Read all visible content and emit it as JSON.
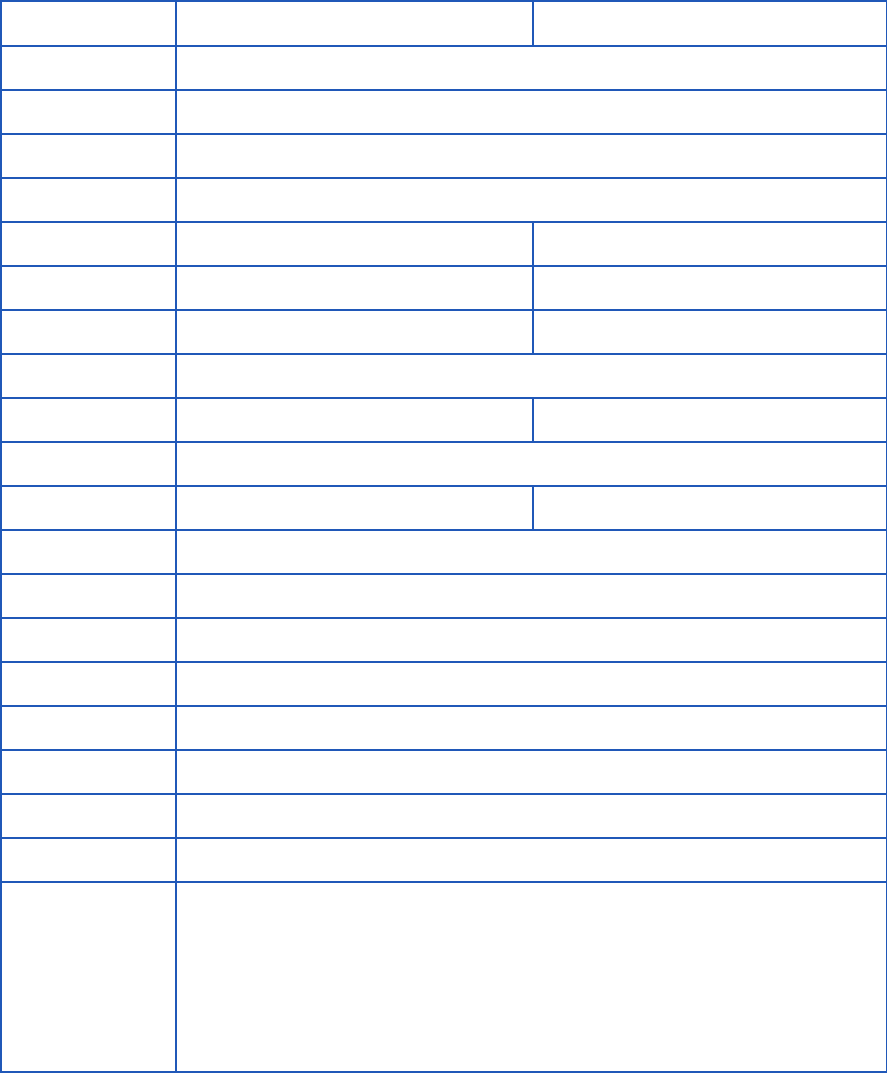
{
  "form": {
    "rows": [
      {
        "layout": "three",
        "cells": [
          "",
          "",
          ""
        ]
      },
      {
        "layout": "two",
        "cells": [
          "",
          ""
        ]
      },
      {
        "layout": "two",
        "cells": [
          "",
          ""
        ]
      },
      {
        "layout": "two",
        "cells": [
          "",
          ""
        ]
      },
      {
        "layout": "two",
        "cells": [
          "",
          ""
        ]
      },
      {
        "layout": "three",
        "cells": [
          "",
          "",
          ""
        ]
      },
      {
        "layout": "three",
        "cells": [
          "",
          "",
          ""
        ]
      },
      {
        "layout": "three",
        "cells": [
          "",
          "",
          ""
        ]
      },
      {
        "layout": "two",
        "cells": [
          "",
          ""
        ]
      },
      {
        "layout": "three",
        "cells": [
          "",
          "",
          ""
        ]
      },
      {
        "layout": "two",
        "cells": [
          "",
          ""
        ]
      },
      {
        "layout": "three",
        "cells": [
          "",
          "",
          ""
        ]
      },
      {
        "layout": "two",
        "cells": [
          "",
          ""
        ]
      },
      {
        "layout": "two",
        "cells": [
          "",
          ""
        ]
      },
      {
        "layout": "two",
        "cells": [
          "",
          ""
        ]
      },
      {
        "layout": "two",
        "cells": [
          "",
          ""
        ]
      },
      {
        "layout": "two",
        "cells": [
          "",
          ""
        ]
      },
      {
        "layout": "two",
        "cells": [
          "",
          ""
        ]
      },
      {
        "layout": "two",
        "cells": [
          "",
          ""
        ]
      },
      {
        "layout": "two",
        "cells": [
          "",
          ""
        ]
      },
      {
        "layout": "two-tall",
        "cells": [
          "",
          ""
        ]
      }
    ]
  },
  "colors": {
    "border": "#2058b8",
    "background": "#ffffff"
  }
}
